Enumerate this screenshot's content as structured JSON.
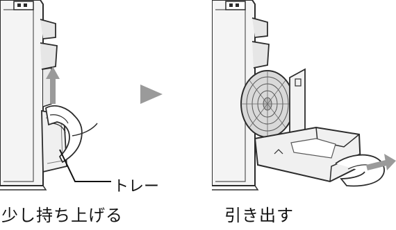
{
  "steps": [
    {
      "caption": "少し持ち上げる",
      "callout": "トレー"
    },
    {
      "caption": "引き出す"
    }
  ],
  "icons": {
    "step_arrow": "play-triangle-icon",
    "lift_arrow": "up-arrow-icon",
    "pull_arrow": "right-arrow-icon"
  },
  "colors": {
    "arrow_gray": "#9a9a9a",
    "line_dark": "#2b2b2b",
    "fill_light": "#f0f0f0"
  }
}
